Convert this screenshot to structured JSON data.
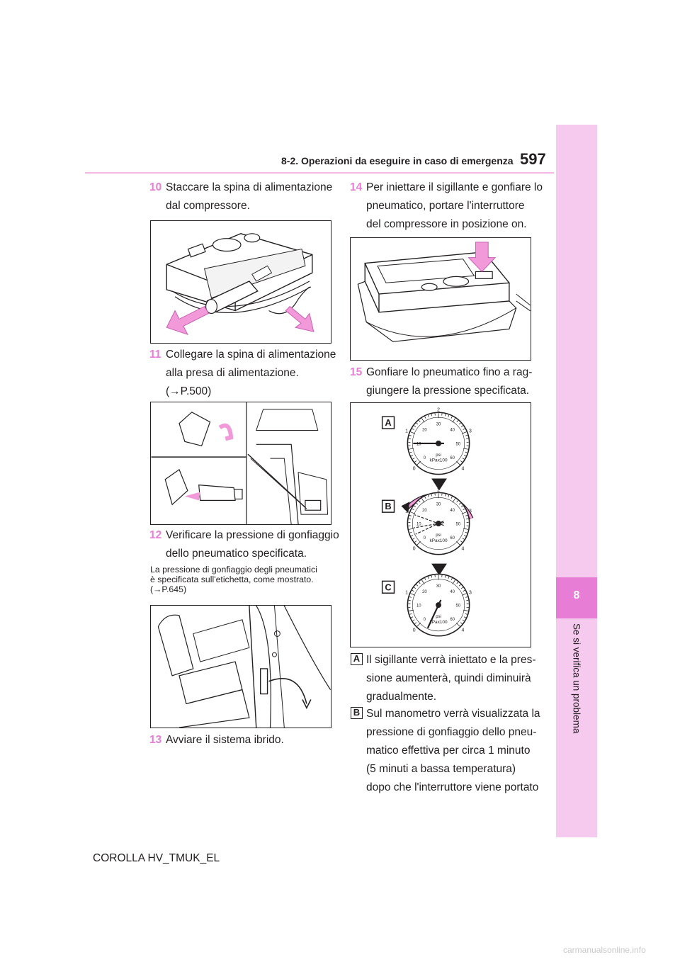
{
  "header": {
    "section_title": "8-2. Operazioni da eseguire in caso di emergenza",
    "page_number": "597"
  },
  "side_tab": {
    "chapter_number": "8",
    "chapter_title": "Se si verifica un problema"
  },
  "steps": {
    "s10": {
      "num": "10",
      "line1": "Staccare la spina di alimentazione",
      "line2": "dal compressore."
    },
    "s11": {
      "num": "11",
      "line1": "Collegare la spina di alimentazione",
      "line2": "alla presa di alimentazione.",
      "line3": "(→P.500)"
    },
    "s12": {
      "num": "12",
      "line1": "Verificare la pressione di gonfiaggio",
      "line2": "dello pneumatico specificata."
    },
    "s12_note": {
      "line1": "La pressione di gonfiaggio degli pneumatici",
      "line2": "è specificata sull'etichetta, come mostrato.",
      "line3": "(→P.645)"
    },
    "s13": {
      "num": "13",
      "line1": "Avviare il sistema ibrido."
    },
    "s14": {
      "num": "14",
      "line1": "Per iniettare il sigillante e gonfiare lo",
      "line2": "pneumatico, portare l'interruttore",
      "line3": "del compressore in posizione on."
    },
    "s15": {
      "num": "15",
      "line1": "Gonfiare lo pneumatico fino a rag-",
      "line2": "giungere la pressione specificata."
    }
  },
  "gauges": {
    "label_a": "A",
    "label_b": "B",
    "label_c": "C",
    "unit_psi": "psi",
    "unit_kpa": "kPax100",
    "outer_ticks": [
      "0",
      "1",
      "2",
      "3",
      "4"
    ],
    "inner_ticks": [
      "0",
      "10",
      "20",
      "30",
      "40",
      "50",
      "60"
    ]
  },
  "explanations": {
    "a": {
      "label": "A",
      "line1": "Il sigillante verrà iniettato e la pres-",
      "line2": "sione aumenterà, quindi diminuirà",
      "line3": "gradualmente."
    },
    "b": {
      "label": "B",
      "line1": "Sul manometro verrà visualizzata la",
      "line2": "pressione di gonfiaggio dello pneu-",
      "line3": "matico effettiva per circa 1 minuto",
      "line4": "(5 minuti a bassa temperatura)",
      "line5": "dopo che l'interruttore viene portato"
    }
  },
  "footer": {
    "model": "COROLLA HV_TMUK_EL"
  },
  "watermark": "carmanualsonline.info",
  "colors": {
    "accent": "#e87dd6",
    "tab": "#f6c9ef",
    "rule": "#f3b8e6",
    "arrow": "#f29ad9"
  }
}
